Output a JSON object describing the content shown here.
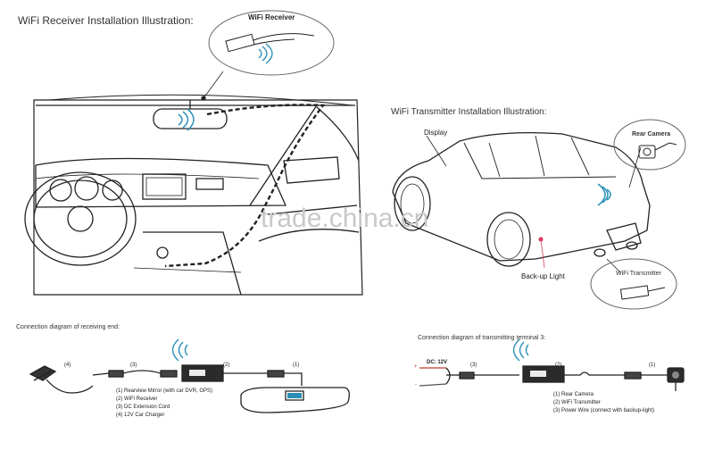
{
  "receiver_section": {
    "title": "WiFi Receiver Installation Illustration:",
    "callout_label": "WiFi Receiver"
  },
  "transmitter_section": {
    "title": "WiFi Transmitter Installation Illustration:",
    "display_label": "Display",
    "rear_camera_label": "Rear Camera",
    "backup_light_label": "Back-up Light",
    "transmitter_label": "WiFi Transmitter"
  },
  "receiving_diagram": {
    "title": "Connection diagram of receiving end:",
    "markers": [
      "(4)",
      "(3)",
      "(2)",
      "(1)"
    ],
    "legend": [
      "(1) Rearview Mirror (with car DVR, GPS)",
      "(2) WiFi Receiver",
      "(3) DC Extension Cord",
      "(4) 12V Car Charger"
    ]
  },
  "transmitting_diagram": {
    "title": "Connection diagram of transmitting terminal 3:",
    "voltage_label": "DC: 12V",
    "plus": "+",
    "minus": "-",
    "markers": [
      "(3)",
      "(2)",
      "(1)"
    ],
    "legend": [
      "(1) Rear Camera",
      "(2) WiFi Transmitter",
      "(3) Power Wire (connect with backup-light)"
    ]
  },
  "watermark": "trade.china.cn"
}
